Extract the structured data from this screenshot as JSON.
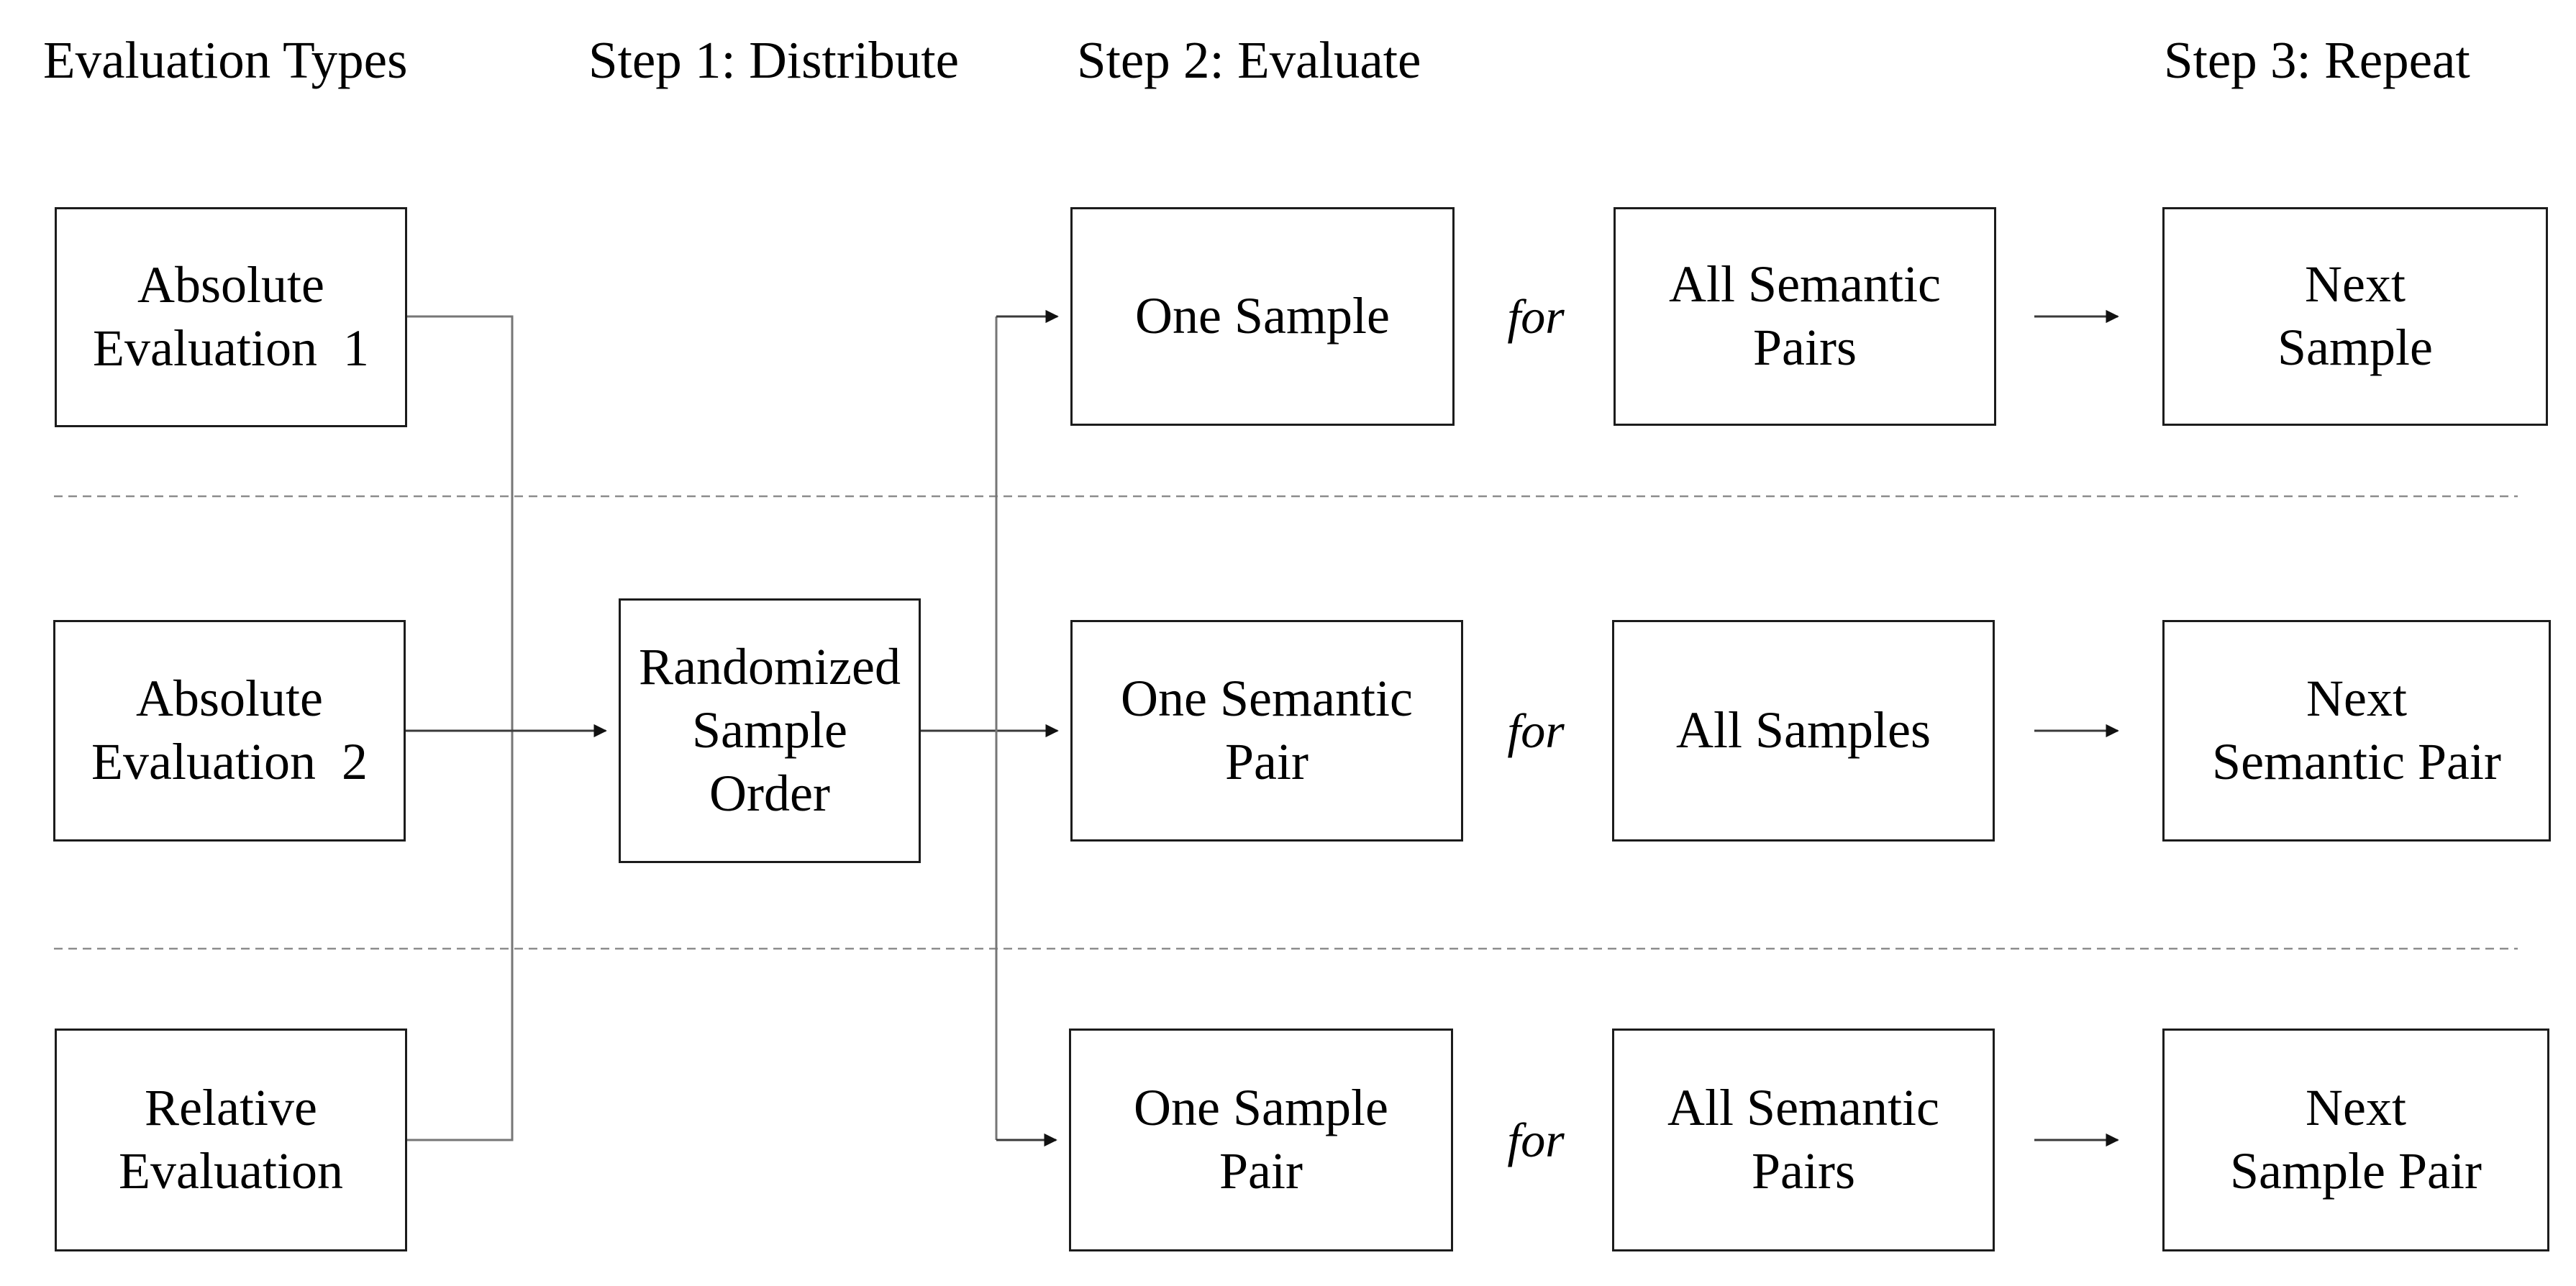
{
  "headers": {
    "evaluation_types": "Evaluation Types",
    "step1": "Step 1: Distribute",
    "step2": "Step 2: Evaluate",
    "step3": "Step 3: Repeat"
  },
  "for_label": "for",
  "nodes": {
    "absolute_evaluation_1": "Absolute\nEvaluation  1",
    "absolute_evaluation_2": "Absolute\nEvaluation  2",
    "relative_evaluation": "Relative\nEvaluation",
    "randomized_sample_order": "Randomized\nSample\nOrder",
    "one_sample": "One Sample",
    "one_semantic_pair": "One Semantic\nPair",
    "one_sample_pair": "One Sample\nPair",
    "all_semantic_pairs_row1": "All Semantic\nPairs",
    "all_samples": "All Samples",
    "all_semantic_pairs_row3": "All Semantic\nPairs",
    "next_sample": "Next\nSample",
    "next_semantic_pair": "Next\nSemantic Pair",
    "next_sample_pair": "Next\nSample Pair"
  },
  "colors": {
    "background": "#ffffff",
    "text": "#000000",
    "box_border": "#1c1c1c",
    "arrow_line": "#3a3a3a",
    "merge_line": "#767676",
    "arrowhead": "#111111",
    "divider": "#8c8c8c"
  }
}
